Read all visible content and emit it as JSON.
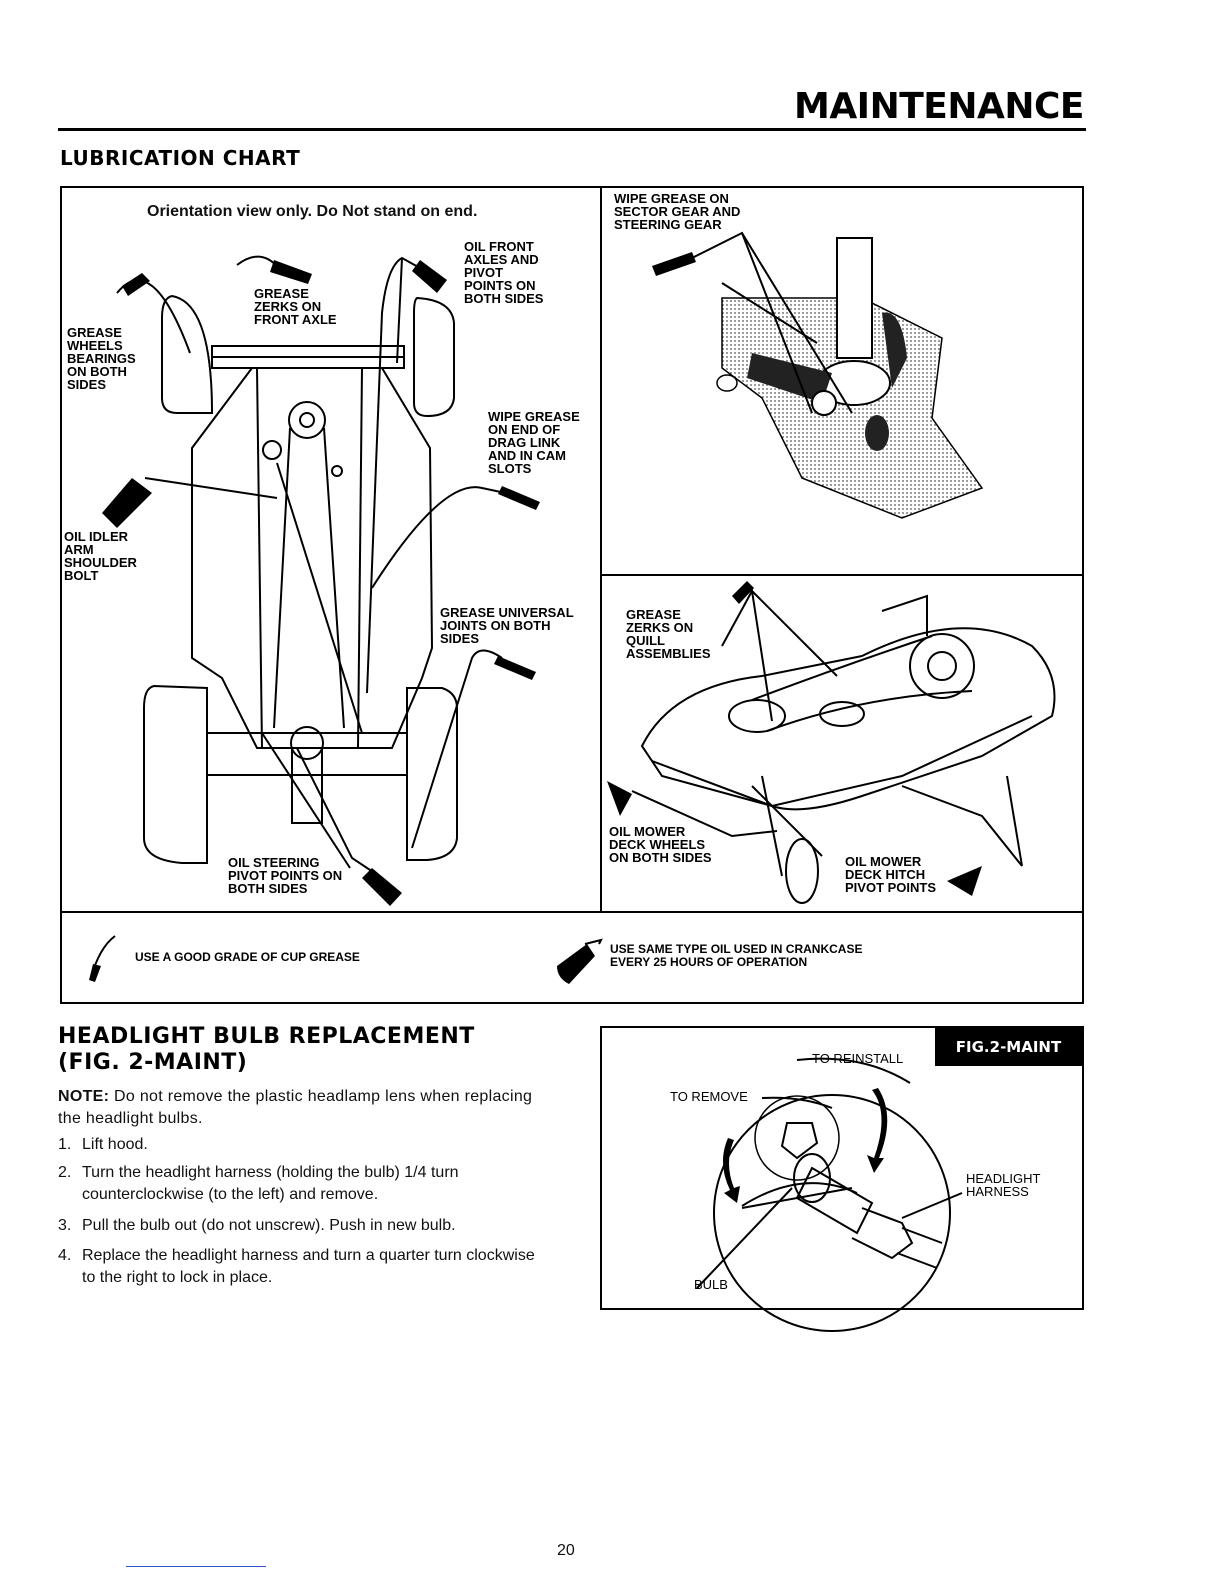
{
  "header": {
    "section": "MAINTENANCE"
  },
  "lubrication": {
    "title": "LUBRICATION CHART",
    "orientation_note": "Orientation view only. Do Not stand on end.",
    "labels": {
      "grease_wheels": "GREASE\nWHEELS\nBEARINGS\nON BOTH\nSIDES",
      "grease_zerks_front": "GREASE\nZERKS ON\nFRONT AXLE",
      "oil_front_axles": "OIL FRONT\nAXLES AND\nPIVOT\nPOINTS ON\nBOTH SIDES",
      "wipe_drag_link": "WIPE GREASE\nON END OF\nDRAG LINK\nAND IN CAM\nSLOTS",
      "oil_idler": "OIL IDLER\nARM\nSHOULDER\nBOLT",
      "grease_universal": "GREASE UNIVERSAL\nJOINTS ON BOTH\nSIDES",
      "oil_steering": "OIL STEERING\nPIVOT POINTS ON\nBOTH SIDES",
      "wipe_sector": "WIPE GREASE ON\nSECTOR GEAR AND\nSTEERING GEAR",
      "grease_quill": "GREASE\nZERKS ON\nQUILL\nASSEMBLIES",
      "oil_deck_wheels": "OIL MOWER\nDECK WHEELS\nON BOTH SIDES",
      "oil_deck_hitch": "OIL MOWER\nDECK HITCH\nPIVOT POINTS"
    },
    "legend": {
      "grease": "USE A GOOD GRADE OF CUP GREASE",
      "oil": "USE SAME TYPE OIL USED IN CRANKCASE\nEVERY 25 HOURS OF OPERATION"
    }
  },
  "headlight": {
    "title_line1": "HEADLIGHT BULB REPLACEMENT",
    "title_line2": "(FIG. 2-MAINT)",
    "note_label": "NOTE:",
    "note_text": " Do not remove the plastic headlamp lens when replacing the headlight bulbs.",
    "steps": [
      {
        "num": "1.",
        "text": "Lift hood."
      },
      {
        "num": "2.",
        "text": "Turn the headlight harness (holding the bulb) 1/4 turn counterclockwise (to the left) and remove."
      },
      {
        "num": "3.",
        "text": "Pull the bulb out (do not unscrew). Push in new bulb."
      },
      {
        "num": "4.",
        "text": "Replace the headlight harness and turn a quarter turn clockwise to the right to lock in place."
      }
    ],
    "figure": {
      "badge": "FIG.2-MAINT",
      "to_reinstall": "TO REINSTALL",
      "to_remove": "TO REMOVE",
      "headlight_harness": "HEADLIGHT\nHARNESS",
      "bulb": "BULB"
    }
  },
  "footer": {
    "page_number": "20"
  }
}
